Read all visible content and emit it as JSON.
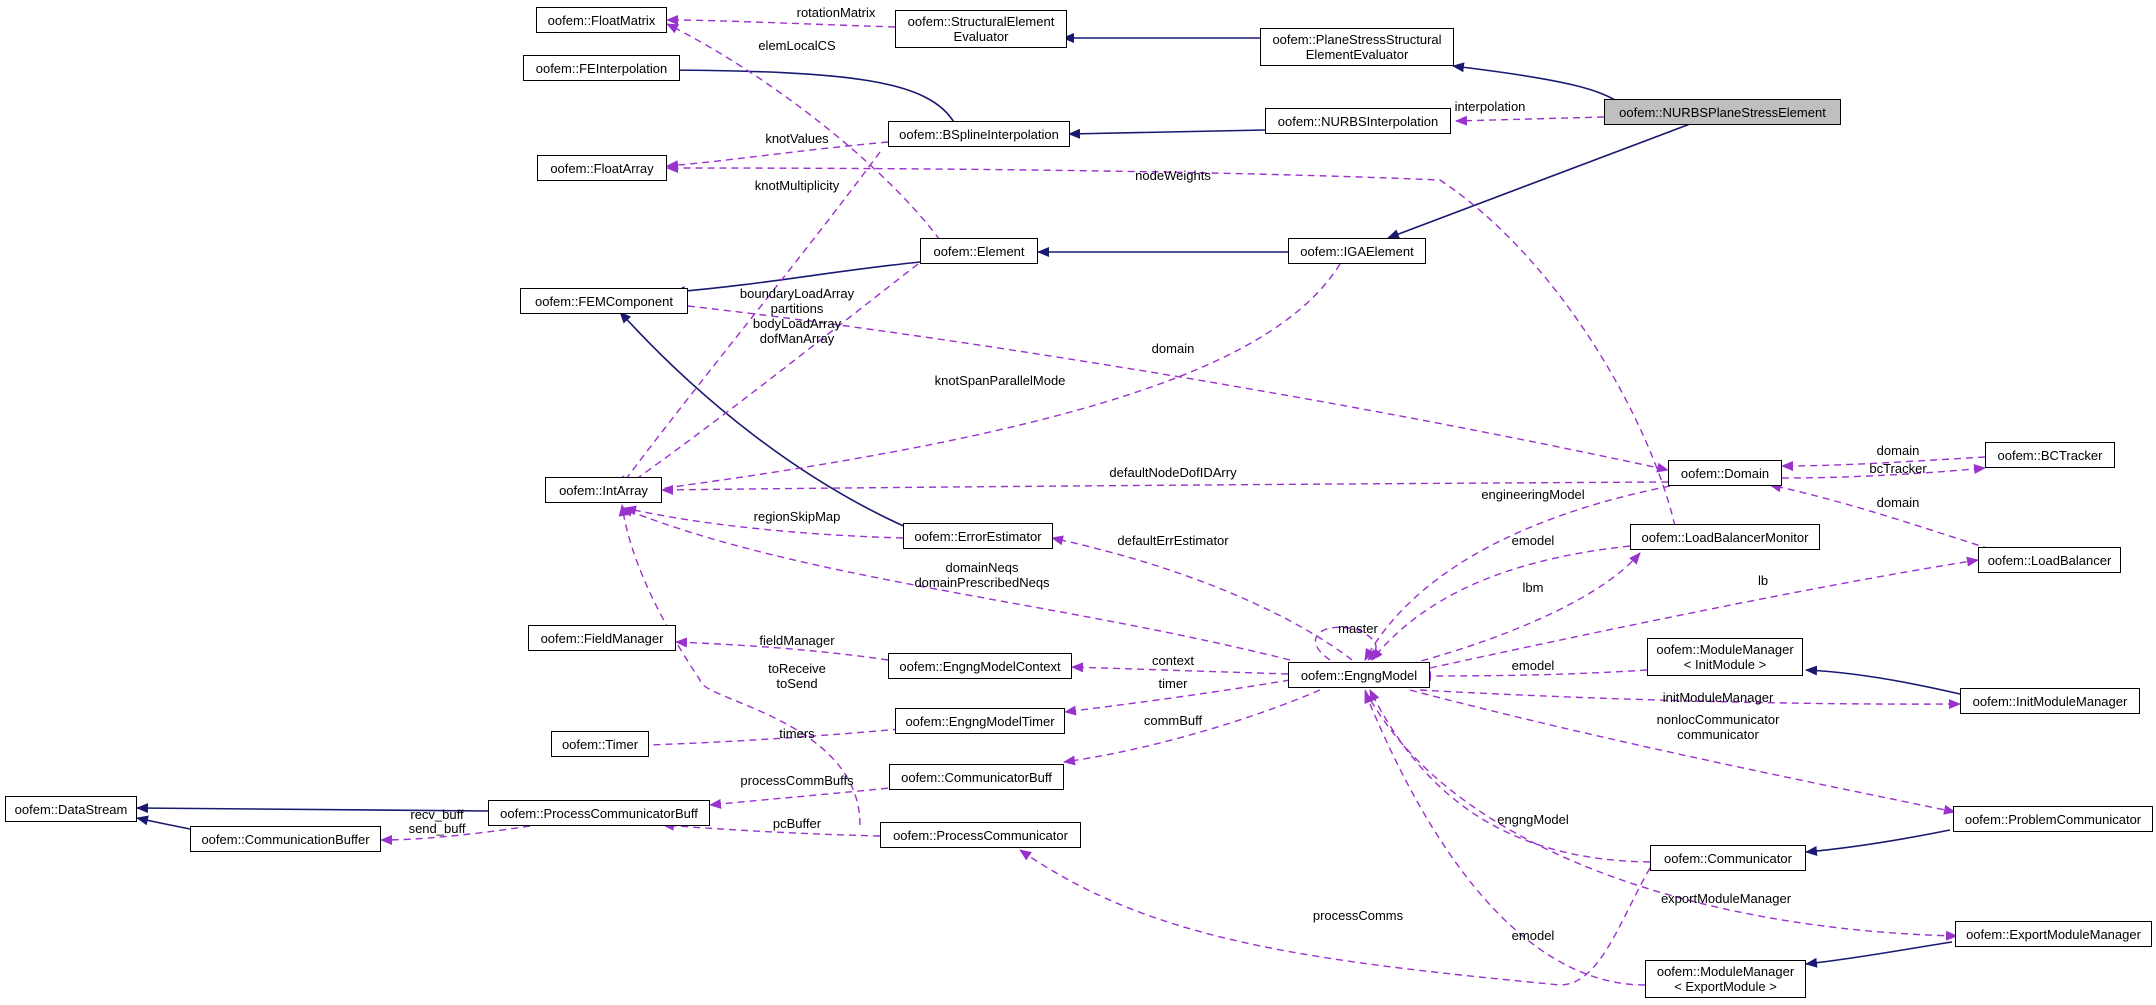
{
  "nodes": {
    "FloatMatrix": "oofem::FloatMatrix",
    "FEInterpolation": "oofem::FEInterpolation",
    "FloatArray": "oofem::FloatArray",
    "FEMComponent": "oofem::FEMComponent",
    "IntArray": "oofem::IntArray",
    "FieldManager": "oofem::FieldManager",
    "Timer": "oofem::Timer",
    "DataStream": "oofem::DataStream",
    "CommunicationBuffer": "oofem::CommunicationBuffer",
    "ProcessCommunicatorBuff": "oofem::ProcessCommunicatorBuff",
    "StructuralElementEvaluator": [
      "oofem::StructuralElement",
      "Evaluator"
    ],
    "BSplineInterpolation": "oofem::BSplineInterpolation",
    "Element": "oofem::Element",
    "ErrorEstimator": "oofem::ErrorEstimator",
    "EngngModelContext": "oofem::EngngModelContext",
    "EngngModelTimer": "oofem::EngngModelTimer",
    "CommunicatorBuff": "oofem::CommunicatorBuff",
    "ProcessCommunicator": "oofem::ProcessCommunicator",
    "PlaneStressStructuralElementEvaluator": [
      "oofem::PlaneStressStructural",
      "ElementEvaluator"
    ],
    "NURBSInterpolation": "oofem::NURBSInterpolation",
    "IGAElement": "oofem::IGAElement",
    "EngngModel": "oofem::EngngModel",
    "NURBSPlaneStressElement": "oofem::NURBSPlaneStressElement",
    "Domain": "oofem::Domain",
    "LoadBalancerMonitor": "oofem::LoadBalancerMonitor",
    "ModuleManagerInit": [
      "oofem::ModuleManager",
      "< InitModule >"
    ],
    "Communicator": "oofem::Communicator",
    "ModuleManagerExport": [
      "oofem::ModuleManager",
      "< ExportModule >"
    ],
    "BCTracker": "oofem::BCTracker",
    "LoadBalancer": "oofem::LoadBalancer",
    "InitModuleManager": "oofem::InitModuleManager",
    "ProblemCommunicator": "oofem::ProblemCommunicator",
    "ExportModuleManager": "oofem::ExportModuleManager"
  },
  "edge_labels": {
    "rotationMatrix": "rotationMatrix",
    "elemLocalCS": "elemLocalCS",
    "knotValues": "knotValues",
    "knotMultiplicity": "knotMultiplicity",
    "nodeWeights": "nodeWeights",
    "interpolation": "interpolation",
    "boundaryLoadArray": [
      "boundaryLoadArray",
      "partitions",
      "bodyLoadArray",
      "dofManArray"
    ],
    "domain_main": "domain",
    "knotSpanParallelMode": "knotSpanParallelMode",
    "defaultNodeDofIDArry": "defaultNodeDofIDArry",
    "regionSkipMap": "regionSkipMap",
    "domainNeqs": [
      "domainNeqs",
      "domainPrescribedNeqs"
    ],
    "defaultErrEstimator": "defaultErrEstimator",
    "fieldManager": "fieldManager",
    "toReceive": [
      "toReceive",
      "toSend"
    ],
    "context": "context",
    "timer": "timer",
    "timers": "timers",
    "commBuff": "commBuff",
    "processCommBuffs": "processCommBuffs",
    "recvSend": [
      "recv_buff",
      "send_buff"
    ],
    "pcBuffer": "pcBuffer",
    "master": "master",
    "engineeringModel": "engineeringModel",
    "emodel_lbm": "emodel",
    "lbm": "lbm",
    "lb": "lb",
    "emodel_init": "emodel",
    "initModuleManager": "initModuleManager",
    "nonloc": [
      "nonlocCommunicator",
      "communicator"
    ],
    "engngModel": "engngModel",
    "exportModuleManager": "exportModuleManager",
    "processComms": "processComms",
    "emodel_export": "emodel",
    "domain_bct": "domain",
    "bcTracker": "bcTracker",
    "domain_lb": "domain"
  }
}
